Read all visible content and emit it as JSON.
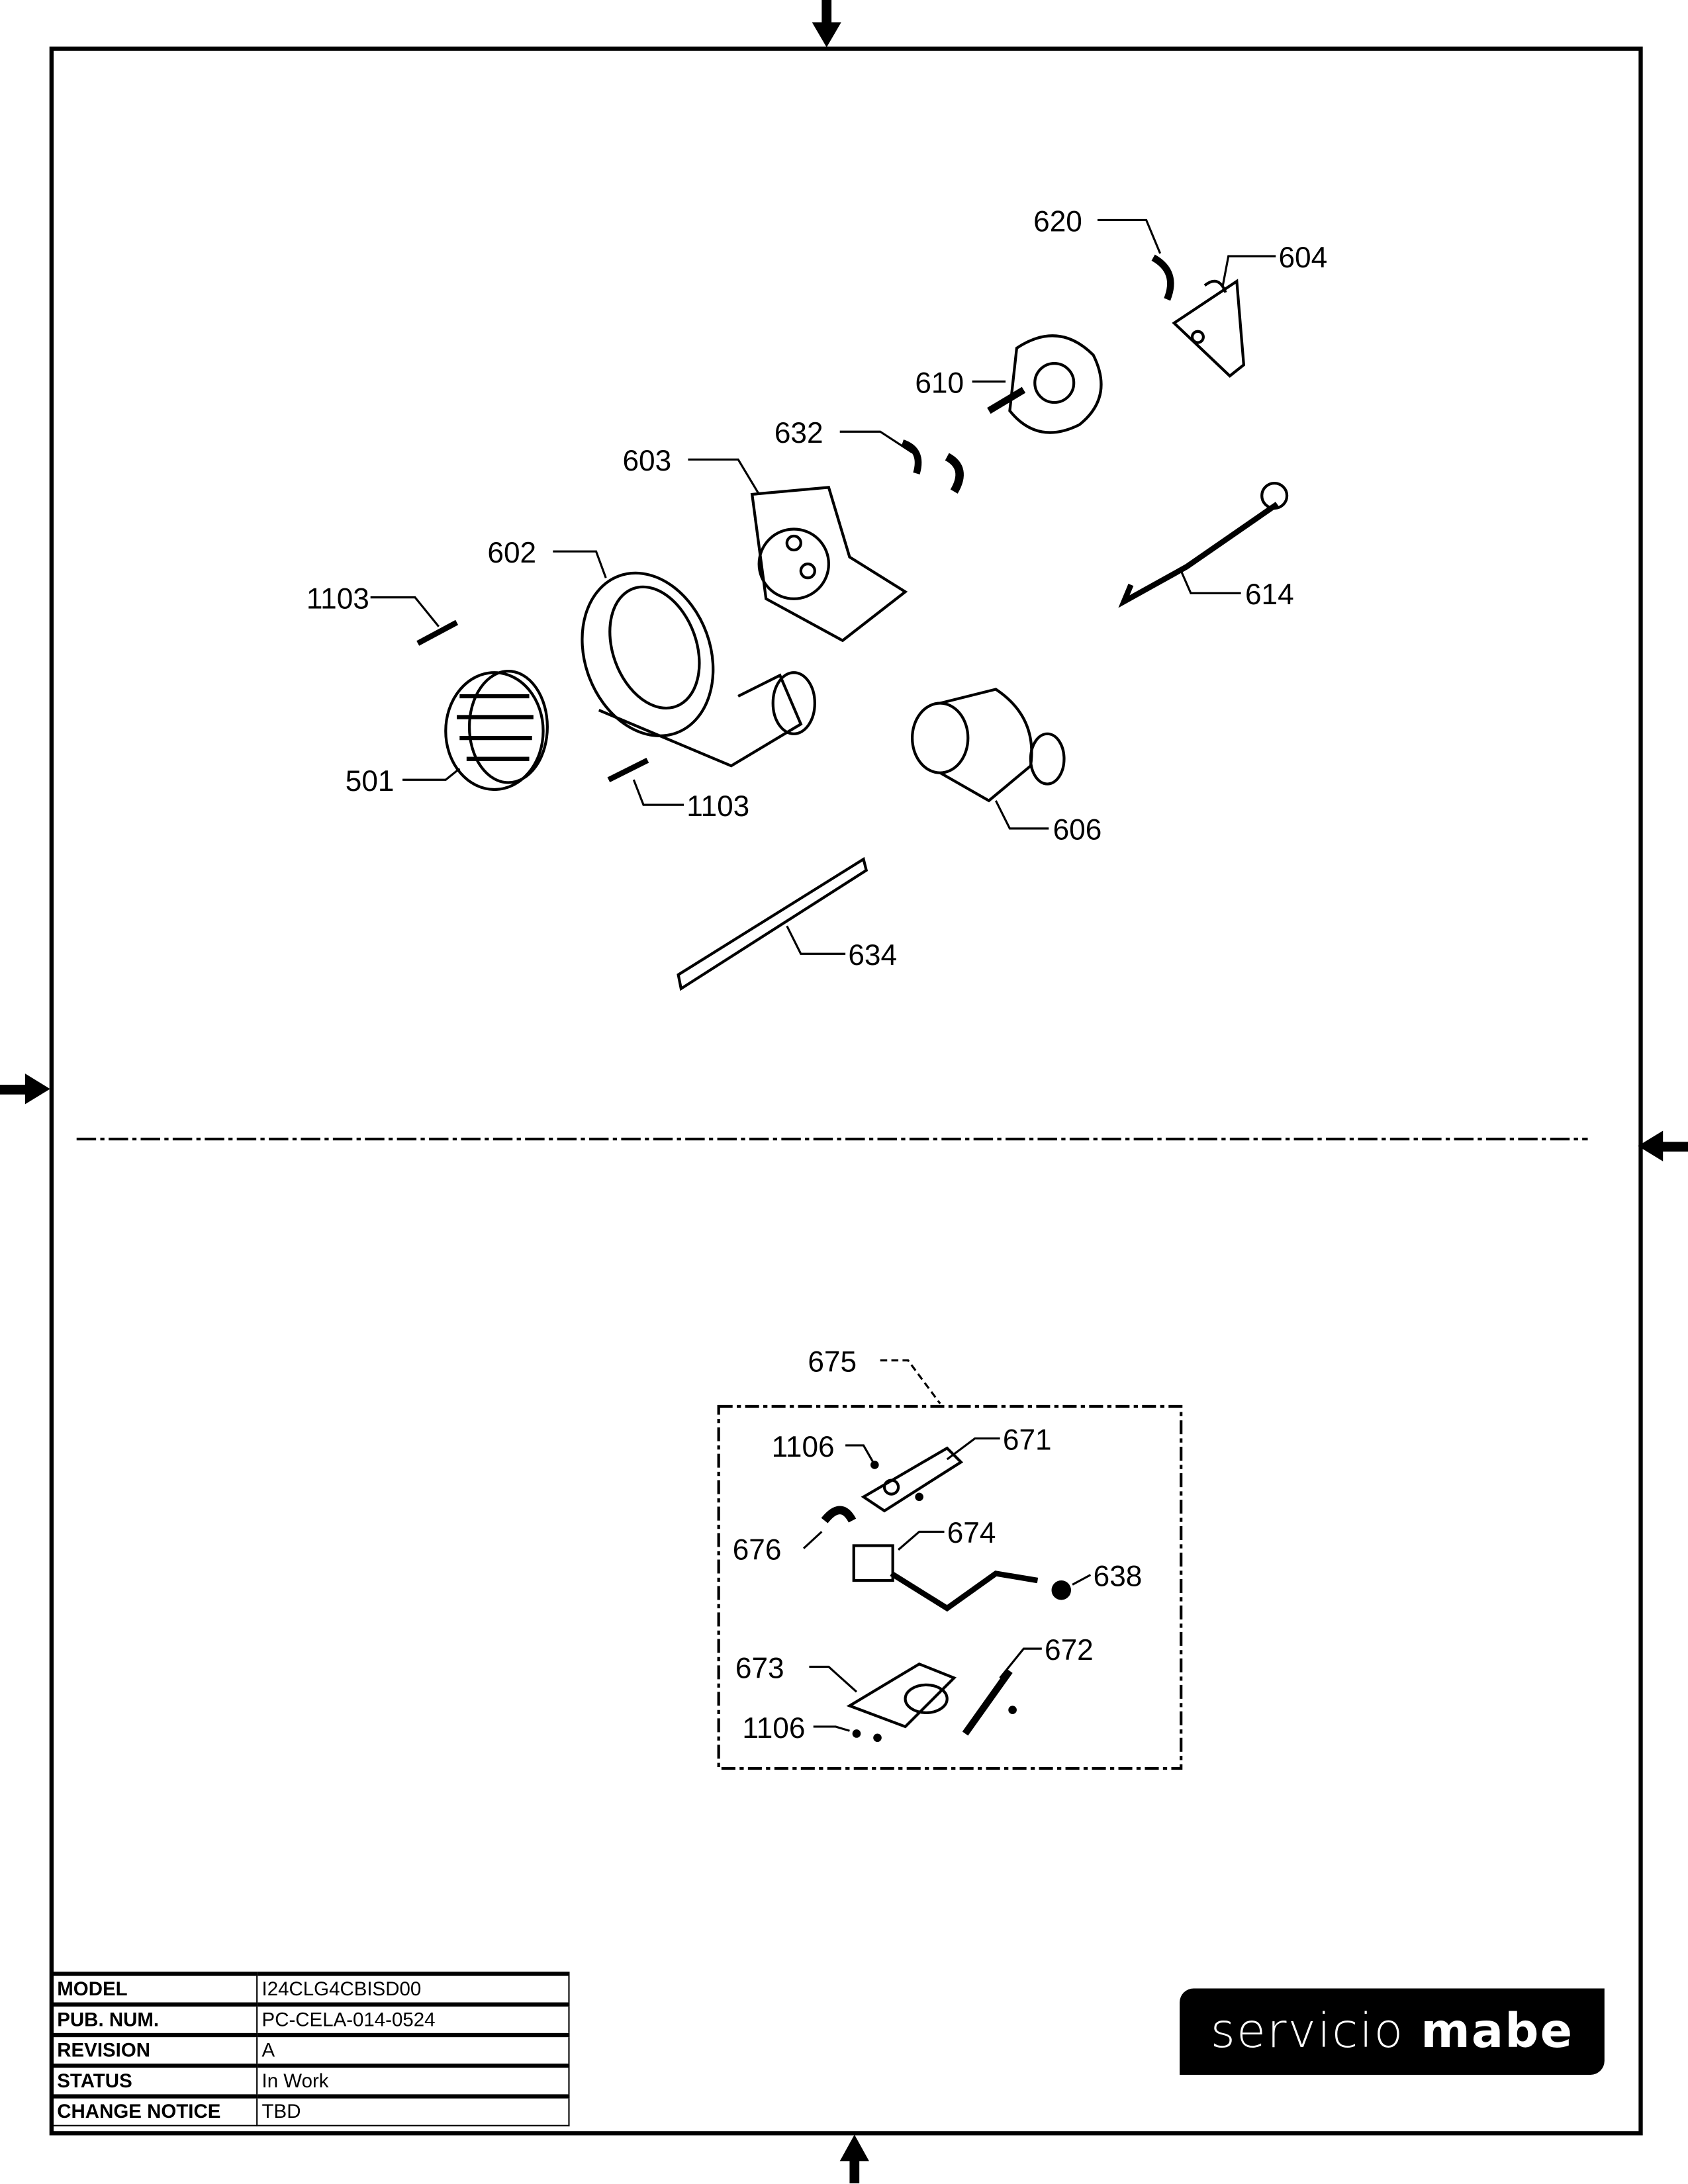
{
  "callouts": [
    "620",
    "604",
    "610",
    "632",
    "603",
    "602",
    "1103",
    "614",
    "501",
    "1103",
    "606",
    "634",
    "675",
    "1106",
    "671",
    "676",
    "674",
    "638",
    "673",
    "672",
    "1106"
  ],
  "title_block": [
    {
      "label": "MODEL",
      "value": "I24CLG4CBISD00"
    },
    {
      "label": "PUB. NUM.",
      "value": "PC-CELA-014-0524"
    },
    {
      "label": "REVISION",
      "value": "A"
    },
    {
      "label": "STATUS",
      "value": "In Work"
    },
    {
      "label": "CHANGE NOTICE",
      "value": "TBD"
    }
  ],
  "logo": {
    "word1": "servicio",
    "word2": "mabe"
  }
}
